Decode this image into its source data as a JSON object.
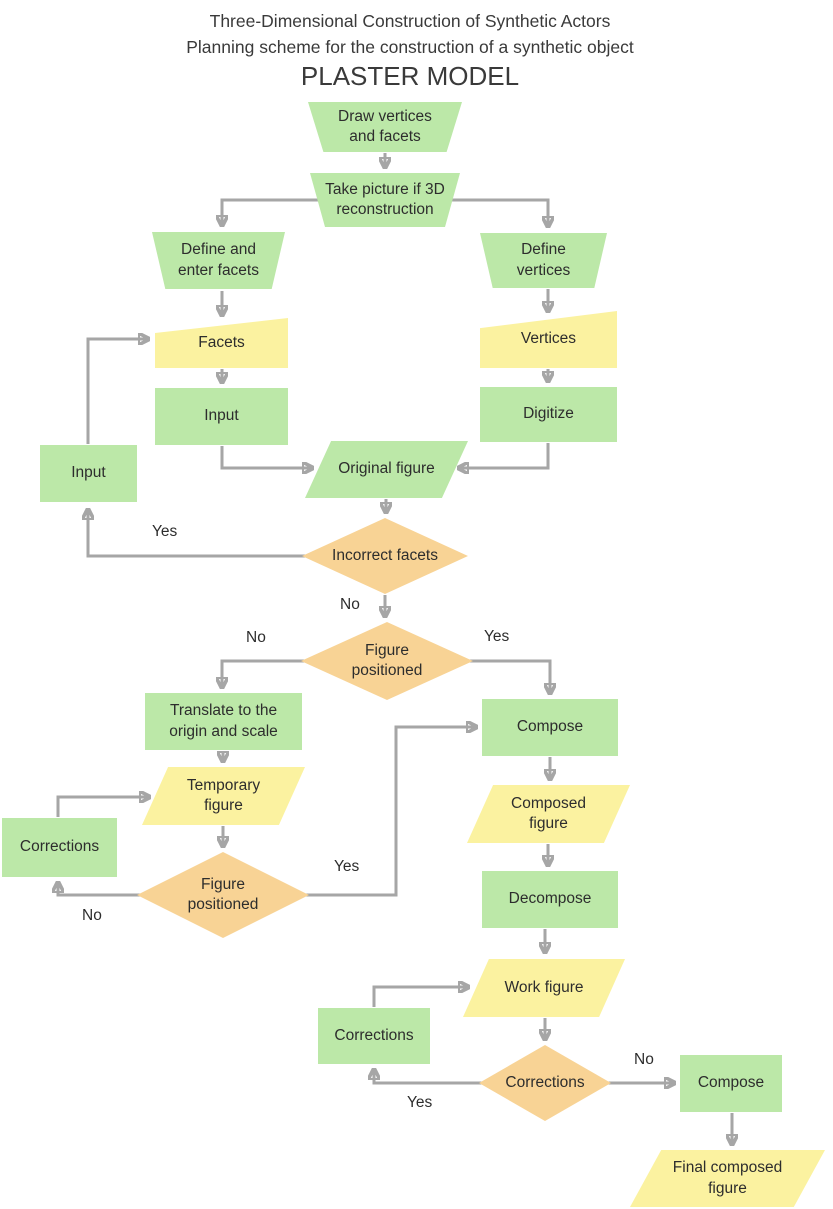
{
  "title": {
    "line1": "Three-Dimensional Construction of Synthetic Actors",
    "line2": "Planning scheme for the construction of a synthetic object",
    "line3": "PLASTER MODEL"
  },
  "colors": {
    "process_fill": "#bce8a8",
    "data_fill": "#fbf2a0",
    "decision_fill": "#f8d395",
    "connector": "#a6a6a6",
    "text": "#2d2d2d"
  },
  "nodes": {
    "draw_vertices": "Draw vertices and facets",
    "take_picture": "Take picture if 3D reconstruction",
    "define_enter_facets": "Define and enter facets",
    "define_vertices": "Define vertices",
    "facets": "Facets",
    "vertices": "Vertices",
    "input_mid": "Input",
    "digitize": "Digitize",
    "input_left": "Input",
    "original_figure": "Original figure",
    "incorrect_facets": "Incorrect facets",
    "figure_positioned_1": "Figure positioned",
    "translate_origin": "Translate to the origin and scale",
    "temporary_figure": "Temporary figure",
    "corrections_1": "Corrections",
    "figure_positioned_2": "Figure positioned",
    "compose_1": "Compose",
    "composed_figure": "Composed figure",
    "decompose": "Decompose",
    "work_figure": "Work figure",
    "corrections_2": "Corrections",
    "corrections_decision": "Corrections",
    "compose_2": "Compose",
    "final_figure": "Final composed figure"
  },
  "edge_labels": {
    "incorrect_yes": "Yes",
    "incorrect_no": "No",
    "fp1_no": "No",
    "fp1_yes": "Yes",
    "fp2_no": "No",
    "fp2_yes": "Yes",
    "cdec_yes": "Yes",
    "cdec_no": "No"
  }
}
